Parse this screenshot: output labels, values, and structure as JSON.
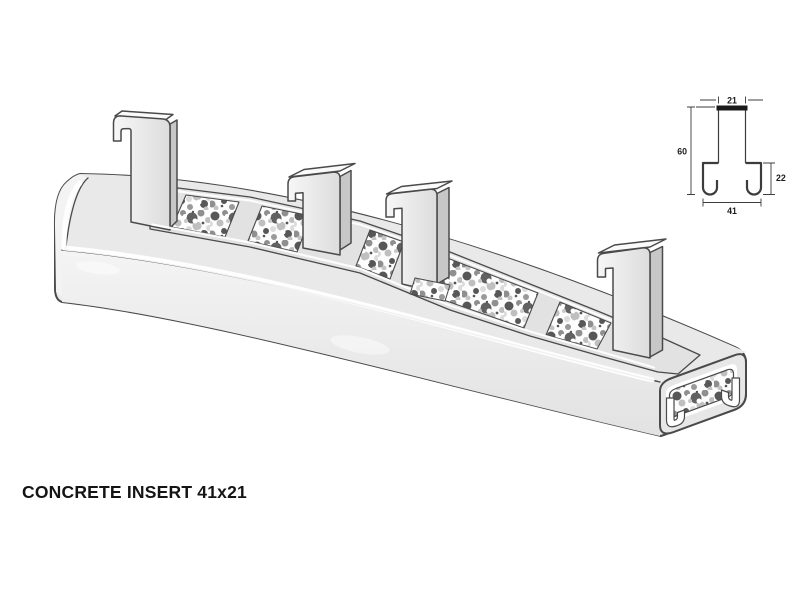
{
  "title": {
    "text": "CONCRETE INSERT 41x21"
  },
  "cross_section": {
    "labels": {
      "top_width": "21",
      "total_height": "60",
      "channel_height": "22",
      "bottom_width": "41"
    }
  },
  "illustration": {
    "anchor_count": 4,
    "parts": [
      "channel-beam",
      "foam-filler",
      "hook-anchors",
      "channel-end-profile"
    ]
  },
  "colors": {
    "background": "#ffffff",
    "outline": "#4a4a4a",
    "beam_top_face": "#e9e9e9",
    "beam_front_face": "#ededed",
    "anchor_side_face": "#c7c7c7",
    "slot_frame": "#e2e2e2",
    "speckle_dark": "#575757",
    "speckle_mid": "#8f8f8f",
    "speckle_light": "#bfbfbf",
    "diagram_line": "#3c3c3c"
  }
}
